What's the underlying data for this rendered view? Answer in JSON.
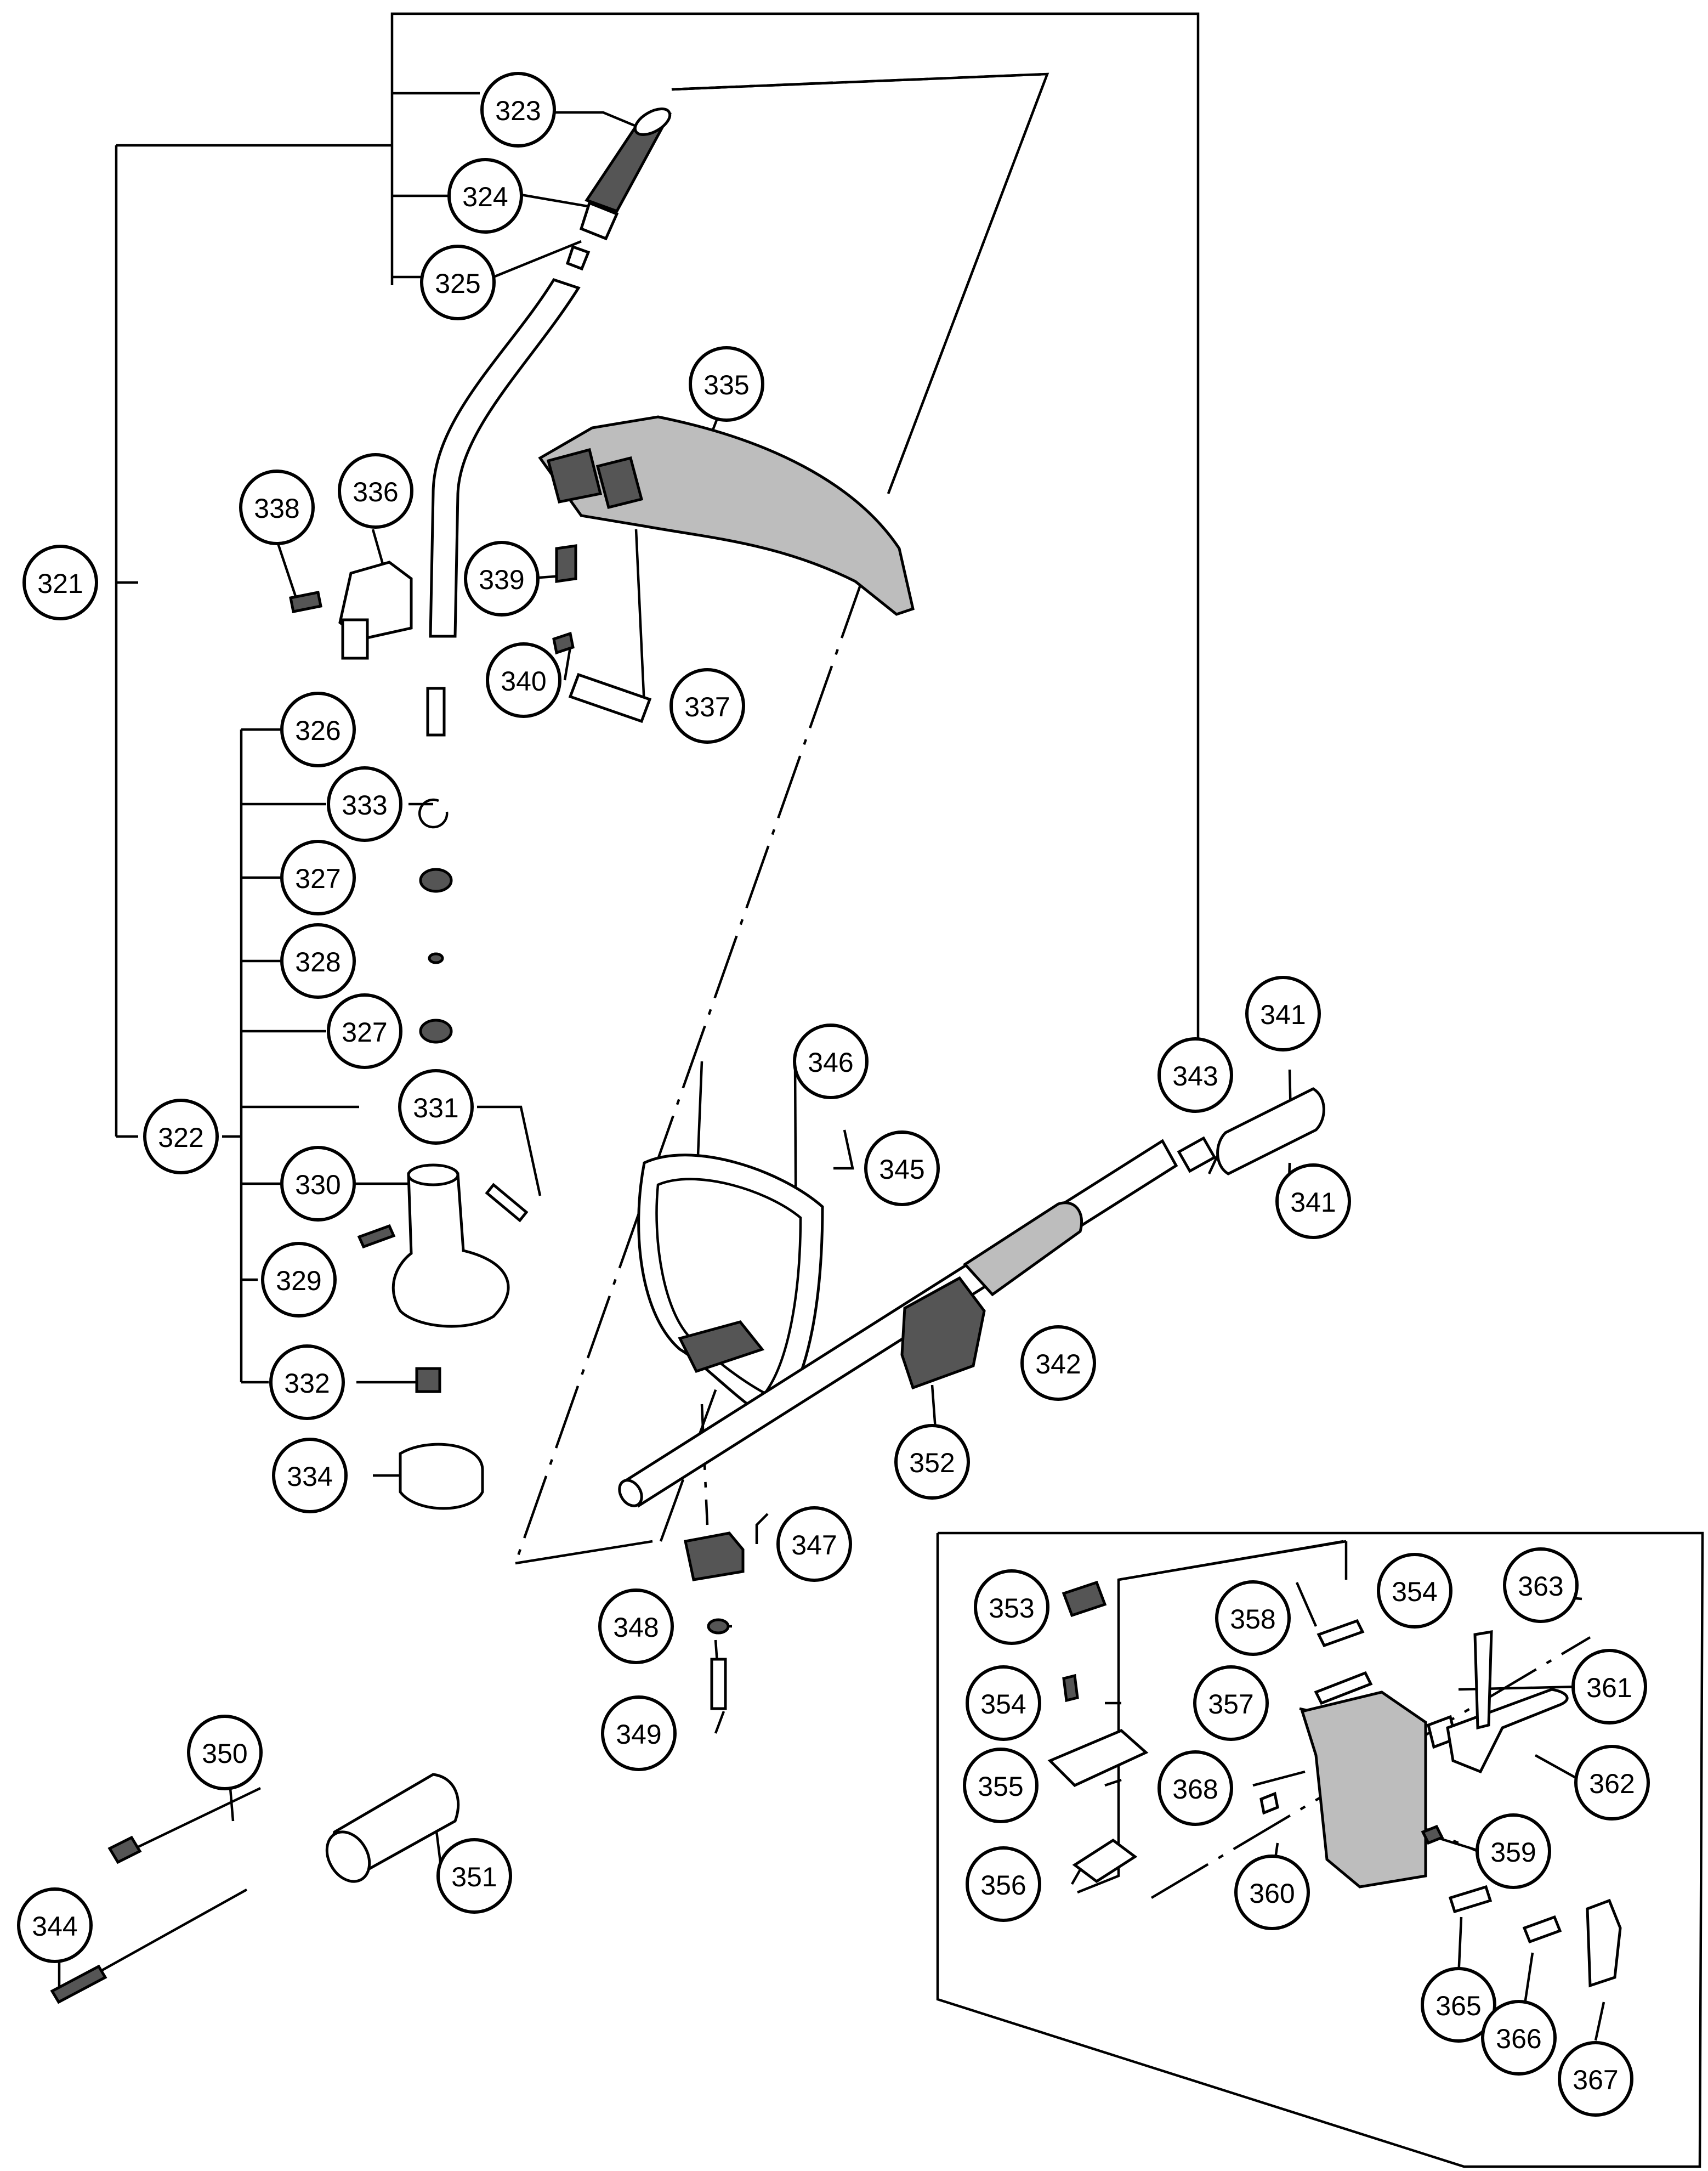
{
  "callouts": [
    {
      "id": "c321",
      "label": "321"
    },
    {
      "id": "c322",
      "label": "322"
    },
    {
      "id": "c323",
      "label": "323"
    },
    {
      "id": "c324",
      "label": "324"
    },
    {
      "id": "c325",
      "label": "325"
    },
    {
      "id": "c326",
      "label": "326"
    },
    {
      "id": "c327a",
      "label": "327"
    },
    {
      "id": "c327b",
      "label": "327"
    },
    {
      "id": "c328",
      "label": "328"
    },
    {
      "id": "c329",
      "label": "329"
    },
    {
      "id": "c330",
      "label": "330"
    },
    {
      "id": "c331",
      "label": "331"
    },
    {
      "id": "c332",
      "label": "332"
    },
    {
      "id": "c333",
      "label": "333"
    },
    {
      "id": "c334",
      "label": "334"
    },
    {
      "id": "c335",
      "label": "335"
    },
    {
      "id": "c336",
      "label": "336"
    },
    {
      "id": "c337",
      "label": "337"
    },
    {
      "id": "c338",
      "label": "338"
    },
    {
      "id": "c339",
      "label": "339"
    },
    {
      "id": "c340",
      "label": "340"
    },
    {
      "id": "c341a",
      "label": "341"
    },
    {
      "id": "c341b",
      "label": "341"
    },
    {
      "id": "c342",
      "label": "342"
    },
    {
      "id": "c343",
      "label": "343"
    },
    {
      "id": "c344",
      "label": "344"
    },
    {
      "id": "c345",
      "label": "345"
    },
    {
      "id": "c346",
      "label": "346"
    },
    {
      "id": "c347",
      "label": "347"
    },
    {
      "id": "c348",
      "label": "348"
    },
    {
      "id": "c349",
      "label": "349"
    },
    {
      "id": "c350",
      "label": "350"
    },
    {
      "id": "c351",
      "label": "351"
    },
    {
      "id": "c352",
      "label": "352"
    },
    {
      "id": "c353",
      "label": "353"
    },
    {
      "id": "c354a",
      "label": "354"
    },
    {
      "id": "c354b",
      "label": "354"
    },
    {
      "id": "c355",
      "label": "355"
    },
    {
      "id": "c356",
      "label": "356"
    },
    {
      "id": "c357",
      "label": "357"
    },
    {
      "id": "c358",
      "label": "358"
    },
    {
      "id": "c359",
      "label": "359"
    },
    {
      "id": "c360",
      "label": "360"
    },
    {
      "id": "c361",
      "label": "361"
    },
    {
      "id": "c362",
      "label": "362"
    },
    {
      "id": "c363",
      "label": "363"
    },
    {
      "id": "c365",
      "label": "365"
    },
    {
      "id": "c366",
      "label": "366"
    },
    {
      "id": "c367",
      "label": "367"
    },
    {
      "id": "c368",
      "label": "368"
    }
  ]
}
